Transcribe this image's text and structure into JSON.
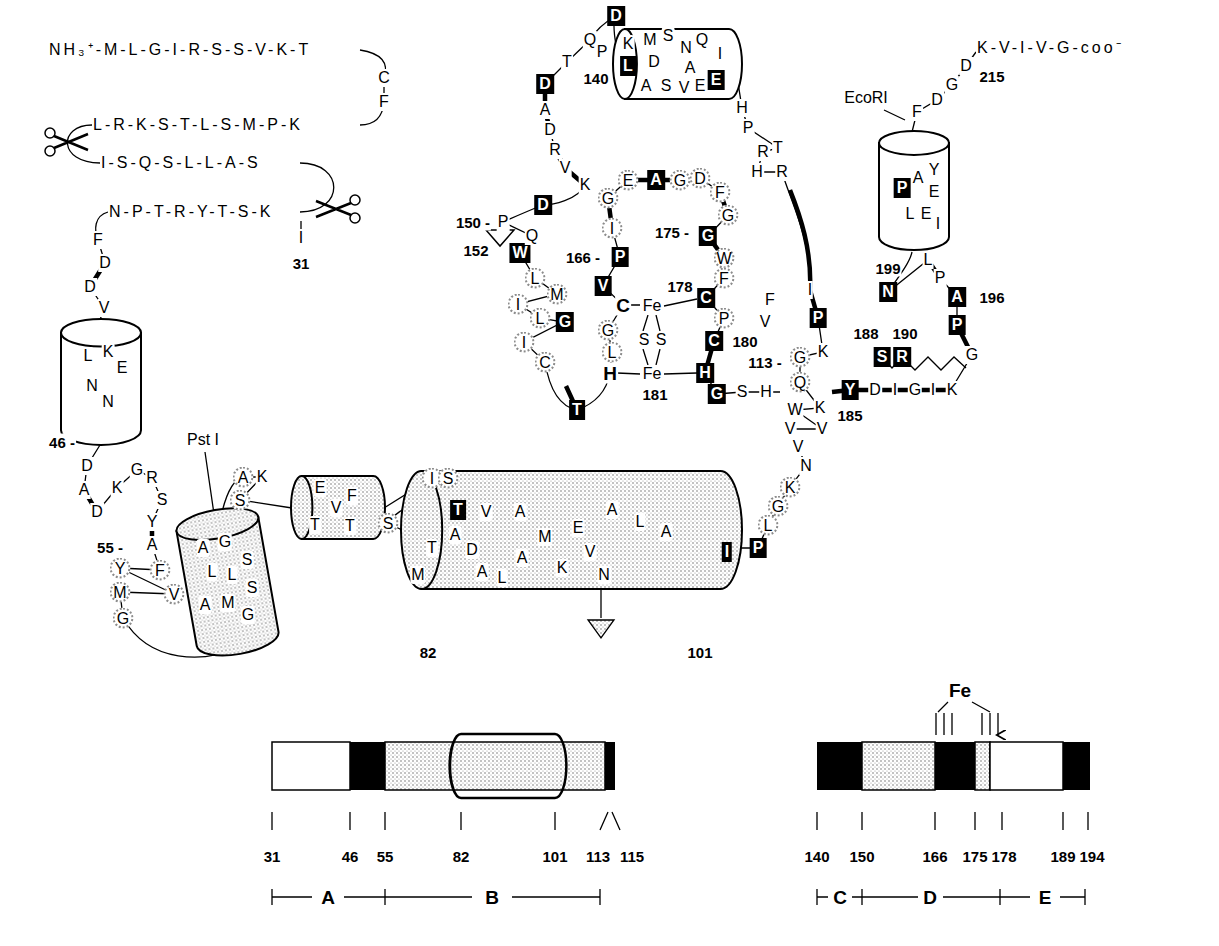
{
  "diagram": {
    "nodes": [
      {
        "text": [
          "L",
          "K",
          "E",
          "N",
          "N"
        ]
      },
      {
        "text": [
          "A",
          "G",
          "L",
          "L",
          "S",
          "S",
          "A",
          "M",
          "G"
        ]
      },
      {
        "text": [
          "E",
          "V",
          "F",
          "T",
          "T"
        ]
      },
      {
        "text": [
          "M",
          "T",
          "A",
          "T",
          "D",
          "A",
          "L",
          "V",
          "A",
          "M",
          "A",
          "K",
          "E",
          "V",
          "N",
          "A",
          "L",
          "A"
        ]
      },
      {
        "text": [
          "K",
          "M",
          "S",
          "N",
          "Q",
          "I",
          "L",
          "D",
          "A",
          "A",
          "S",
          "V",
          "E",
          "E"
        ]
      },
      {
        "text": [
          "P",
          "A",
          "Y",
          "E",
          "L",
          "E",
          "I"
        ]
      }
    ],
    "labels": [
      "NH₃⁺-M-L-G-I-R-S-S-V-K-T",
      "C",
      "F",
      "L-R-K-S-T-L-S-M-P-K",
      "I-S-Q-S-L-L-A-S",
      "N-P-T-R-Y-T-S-K",
      "I",
      "31",
      "F",
      "D",
      "D",
      "V",
      "46 -",
      "D",
      "A",
      "D",
      "K",
      "G",
      "R",
      "S",
      "Y",
      "A",
      "55 -",
      "F",
      "V",
      "Y",
      "M",
      "G",
      "Pst I",
      "A",
      "K",
      "S",
      "I",
      "S",
      "S",
      "82",
      "101",
      "I",
      "P",
      "L",
      "G",
      "K",
      "N",
      "V",
      "V",
      "V",
      "W",
      "K",
      "Q",
      "G",
      "113 -",
      "K",
      "P",
      "I",
      "F",
      "V",
      "H",
      "P",
      "T",
      "R",
      "H",
      "R",
      "D",
      "Q",
      "P",
      "140",
      "T",
      "D",
      "A",
      "D",
      "R",
      "V",
      "K",
      "D",
      "150 -",
      "P",
      "152",
      "W",
      "Q",
      "L",
      "M",
      "I",
      "L",
      "G",
      "I",
      "C",
      "T",
      "G",
      "E",
      "A",
      "G",
      "D",
      "F",
      "G",
      "175 -",
      "G",
      "W",
      "F",
      "C",
      "178",
      "P",
      "C",
      "180",
      "H",
      "181",
      "G",
      "S",
      "H",
      "166 -",
      "P",
      "I",
      "V",
      "C",
      "G",
      "L",
      "H",
      "Fe",
      "Fe",
      "S",
      "S",
      "Y",
      "185",
      "D",
      "I",
      "G",
      "I",
      "K",
      "S",
      "R",
      "188",
      "190",
      "G",
      "P",
      "A",
      "196",
      "P",
      "L",
      "199",
      "N",
      "F",
      "D",
      "G",
      "D",
      "K-V-I-V-G-coo⁻",
      "215",
      "EcoRI",
      "Fe",
      "31",
      "46",
      "55",
      "82",
      "101",
      "113",
      "115",
      "140",
      "150",
      "166",
      "175",
      "178",
      "189",
      "194",
      "A",
      "B",
      "C",
      "D",
      "E"
    ]
  }
}
